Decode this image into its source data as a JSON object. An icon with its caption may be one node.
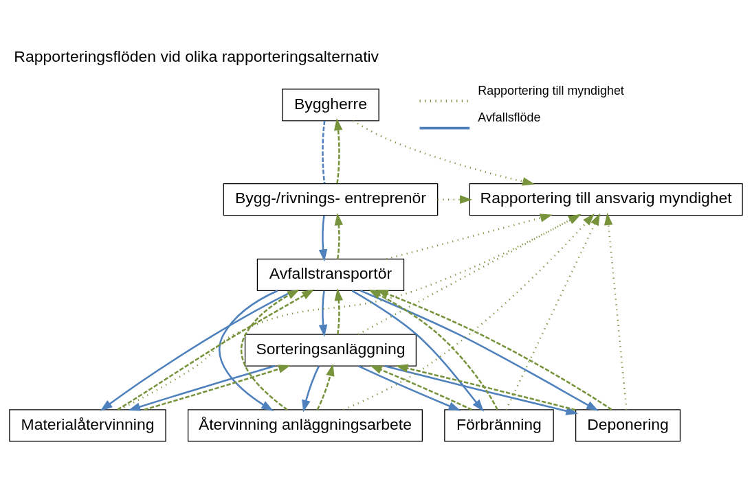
{
  "diagram": {
    "title": "Rapporteringsflöden vid olika rapporteringsalternativ",
    "nodes": [
      {
        "text": [
          "Byggherre"
        ]
      },
      {
        "text": [
          "Bygg-/rivnings- entreprenör"
        ]
      },
      {
        "text": [
          "Avfallstransportör"
        ]
      },
      {
        "text": [
          "Sorteringsanläggning"
        ]
      },
      {
        "text": [
          "Rapportering till ansvarig myndighet"
        ]
      },
      {
        "text": [
          "Materialåtervinning"
        ]
      },
      {
        "text": [
          "Återvinning anläggningsarbete"
        ]
      },
      {
        "text": [
          "Förbränning"
        ]
      },
      {
        "text": [
          "Deponering"
        ]
      }
    ],
    "edges": [
      {
        "from": 0,
        "to": 1,
        "arrow": "none",
        "style": "dashed",
        "color": "#4f81bd"
      },
      {
        "from": 1,
        "to": 0,
        "arrow": "to",
        "style": "dashed",
        "color": "#77933c"
      },
      {
        "from": 1,
        "to": 2,
        "arrow": "to",
        "color": "#4f81bd"
      },
      {
        "from": 2,
        "to": 1,
        "arrow": "to",
        "style": "dashed",
        "color": "#77933c"
      },
      {
        "from": 2,
        "to": 3,
        "arrow": "to",
        "color": "#4f81bd"
      },
      {
        "from": 3,
        "to": 2,
        "arrow": "to",
        "style": "dashed",
        "color": "#77933c"
      },
      {
        "from": 0,
        "to": 4,
        "arrow": "to",
        "style": "dashed",
        "color": "#77933c"
      },
      {
        "from": 1,
        "to": 4,
        "arrow": "to",
        "style": "dashed",
        "color": "#77933c"
      },
      {
        "from": 2,
        "to": 4,
        "arrow": "to",
        "style": "dashed",
        "color": "#77933c"
      },
      {
        "from": 3,
        "to": 4,
        "arrow": "to",
        "style": "dashed",
        "color": "#77933c"
      },
      {
        "from": 2,
        "to": 5,
        "arrow": "to",
        "color": "#4f81bd"
      },
      {
        "from": 2,
        "to": 6,
        "arrow": "to",
        "color": "#4f81bd"
      },
      {
        "from": 2,
        "to": 7,
        "arrow": "to",
        "color": "#4f81bd"
      },
      {
        "from": 2,
        "to": 8,
        "arrow": "to",
        "color": "#4f81bd"
      },
      {
        "from": 3,
        "to": 5,
        "arrow": "to",
        "color": "#4f81bd"
      },
      {
        "from": 3,
        "to": 6,
        "arrow": "to",
        "color": "#4f81bd"
      },
      {
        "from": 3,
        "to": 7,
        "arrow": "to",
        "color": "#4f81bd"
      },
      {
        "from": 3,
        "to": 8,
        "arrow": "to",
        "color": "#4f81bd"
      },
      {
        "from": 5,
        "to": 3,
        "arrow": "to",
        "style": "dashed",
        "color": "#77933c"
      },
      {
        "from": 6,
        "to": 3,
        "arrow": "to",
        "style": "dashed",
        "color": "#77933c"
      },
      {
        "from": 7,
        "to": 3,
        "arrow": "to",
        "style": "dashed",
        "color": "#77933c"
      },
      {
        "from": 8,
        "to": 3,
        "arrow": "to",
        "style": "dashed",
        "color": "#77933c"
      },
      {
        "from": 5,
        "to": 2,
        "arrow": "to",
        "style": "dashed",
        "color": "#77933c"
      },
      {
        "from": 6,
        "to": 2,
        "arrow": "to",
        "style": "dashed",
        "color": "#77933c"
      },
      {
        "from": 7,
        "to": 2,
        "arrow": "to",
        "style": "dashed",
        "color": "#77933c"
      },
      {
        "from": 8,
        "to": 2,
        "arrow": "to",
        "style": "dashed",
        "color": "#77933c"
      },
      {
        "from": 5,
        "to": 4,
        "arrow": "to",
        "style": "dashed",
        "color": "#77933c"
      },
      {
        "from": 6,
        "to": 4,
        "arrow": "to",
        "style": "dashed",
        "color": "#77933c"
      },
      {
        "from": 7,
        "to": 4,
        "arrow": "to",
        "style": "dashed",
        "color": "#77933c"
      },
      {
        "from": 8,
        "to": 4,
        "arrow": "to",
        "style": "dashed",
        "color": "#77933c"
      }
    ],
    "legend": [
      {
        "text": "Rapportering till myndighet"
      },
      {
        "text": "Avfallsflöde"
      }
    ]
  }
}
